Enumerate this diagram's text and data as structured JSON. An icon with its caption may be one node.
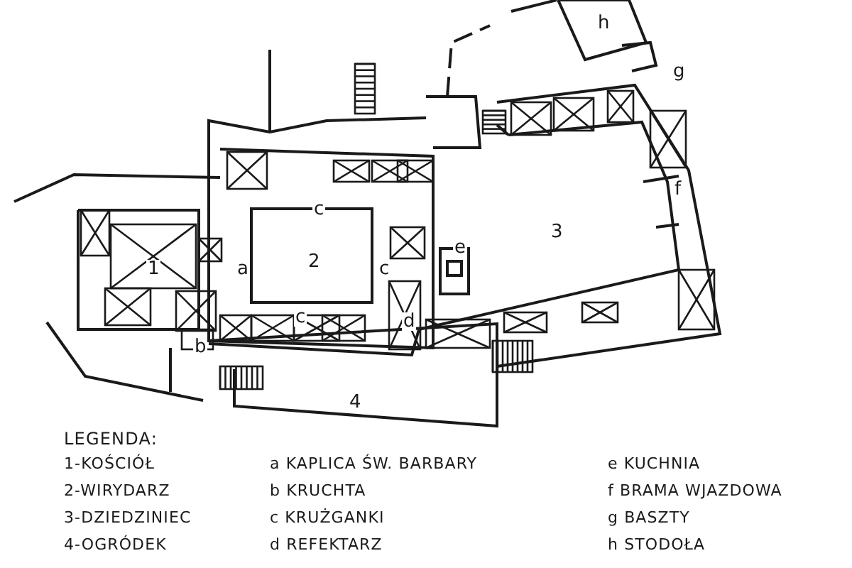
{
  "diagram": {
    "labels": [
      "h",
      "g",
      "f",
      "c",
      "3",
      "e",
      "2",
      "1",
      "a",
      "c",
      "d",
      "c",
      "b",
      "4",
      "LEGENDA:"
    ],
    "legend": [
      {
        "text": "1-KOŚCIÓŁ"
      },
      {
        "text": "a KAPLICA ŚW. BARBARY"
      },
      {
        "text": "e KUCHNIA"
      },
      {
        "text": "2-WIRYDARZ"
      },
      {
        "text": "b KRUCHTA"
      },
      {
        "text": "f BRAMA WJAZDOWA"
      },
      {
        "text": "3-DZIEDZINIEC"
      },
      {
        "text": "c KRUŻGANKI"
      },
      {
        "text": "g BASZTY"
      },
      {
        "text": "4-OGRÓDEK"
      },
      {
        "text": "d REFEKTARZ"
      },
      {
        "text": "h STODOŁA"
      }
    ]
  }
}
